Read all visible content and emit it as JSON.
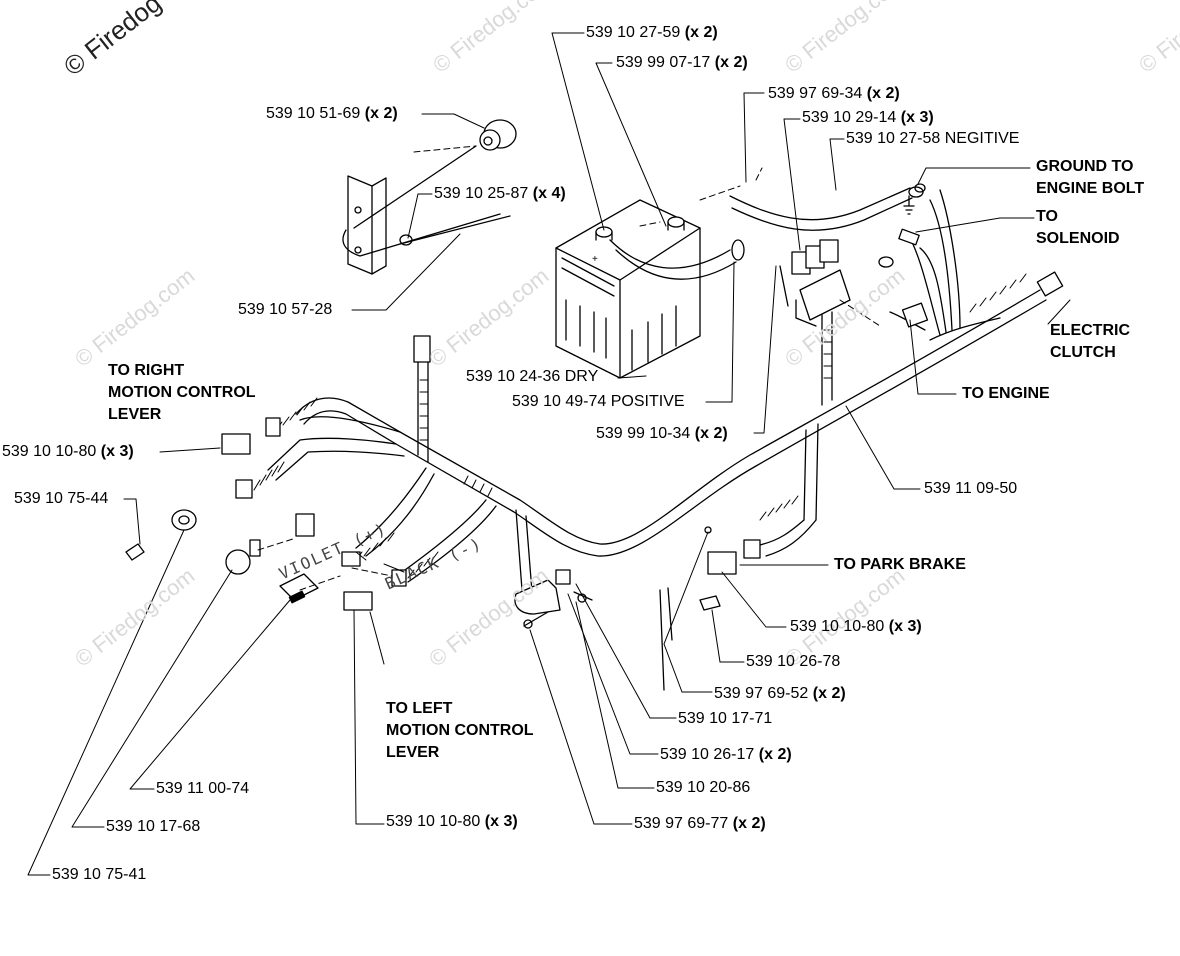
{
  "copyright": "© Firedog",
  "watermark": "© Firedog.com",
  "parts": [
    {
      "id": "p1",
      "number": "539 10 27-59",
      "qty": "(x 2)"
    },
    {
      "id": "p2",
      "number": "539 99 07-17",
      "qty": "(x 2)"
    },
    {
      "id": "p3",
      "number": "539 97 69-34",
      "qty": "(x 2)"
    },
    {
      "id": "p4",
      "number": "539 10 29-14",
      "qty": "(x 3)"
    },
    {
      "id": "p5",
      "number": "539 10 27-58 NEGITIVE",
      "qty": ""
    },
    {
      "id": "p6",
      "number": "539 10 51-69",
      "qty": "(x 2)"
    },
    {
      "id": "p7",
      "number": "539 10 25-87",
      "qty": "(x 4)"
    },
    {
      "id": "p8",
      "number": "539 10 57-28",
      "qty": ""
    },
    {
      "id": "p9",
      "number": "539 10 24-36 DRY",
      "qty": ""
    },
    {
      "id": "p10",
      "number": "539 10 49-74 POSITIVE",
      "qty": ""
    },
    {
      "id": "p11",
      "number": "539 99 10-34",
      "qty": "(x 2)"
    },
    {
      "id": "p12",
      "number": "539 10 10-80",
      "qty": "(x 3)"
    },
    {
      "id": "p13",
      "number": "539 10 75-44",
      "qty": ""
    },
    {
      "id": "p14",
      "number": "539 11 09-50",
      "qty": ""
    },
    {
      "id": "p15",
      "number": "539 10 10-80",
      "qty": "(x 3)"
    },
    {
      "id": "p16",
      "number": "539 10 26-78",
      "qty": ""
    },
    {
      "id": "p17",
      "number": "539 97 69-52",
      "qty": "(x 2)"
    },
    {
      "id": "p18",
      "number": "539 10 17-71",
      "qty": ""
    },
    {
      "id": "p19",
      "number": "539 10 26-17",
      "qty": "(x 2)"
    },
    {
      "id": "p20",
      "number": "539 10 20-86",
      "qty": ""
    },
    {
      "id": "p21",
      "number": "539 97 69-77",
      "qty": "(x 2)"
    },
    {
      "id": "p22",
      "number": "539 11 00-74",
      "qty": ""
    },
    {
      "id": "p23",
      "number": "539 10 10-80",
      "qty": "(x 3)"
    },
    {
      "id": "p24",
      "number": "539 10 17-68",
      "qty": ""
    },
    {
      "id": "p25",
      "number": "539 10 75-41",
      "qty": ""
    }
  ],
  "callouts": {
    "ground_1": "GROUND TO",
    "ground_2": "ENGINE BOLT",
    "solenoid_1": "TO",
    "solenoid_2": "SOLENOID",
    "clutch_1": "ELECTRIC",
    "clutch_2": "CLUTCH",
    "engine": "TO ENGINE",
    "right_lever_1": "TO RIGHT",
    "right_lever_2": "MOTION CONTROL",
    "right_lever_3": "LEVER",
    "park_brake": "TO PARK BRAKE",
    "left_lever_1": "TO LEFT",
    "left_lever_2": "MOTION CONTROL",
    "left_lever_3": "LEVER"
  },
  "wire_labels": {
    "violet": "VIOLET (+)",
    "black": "BLACK (-)"
  }
}
